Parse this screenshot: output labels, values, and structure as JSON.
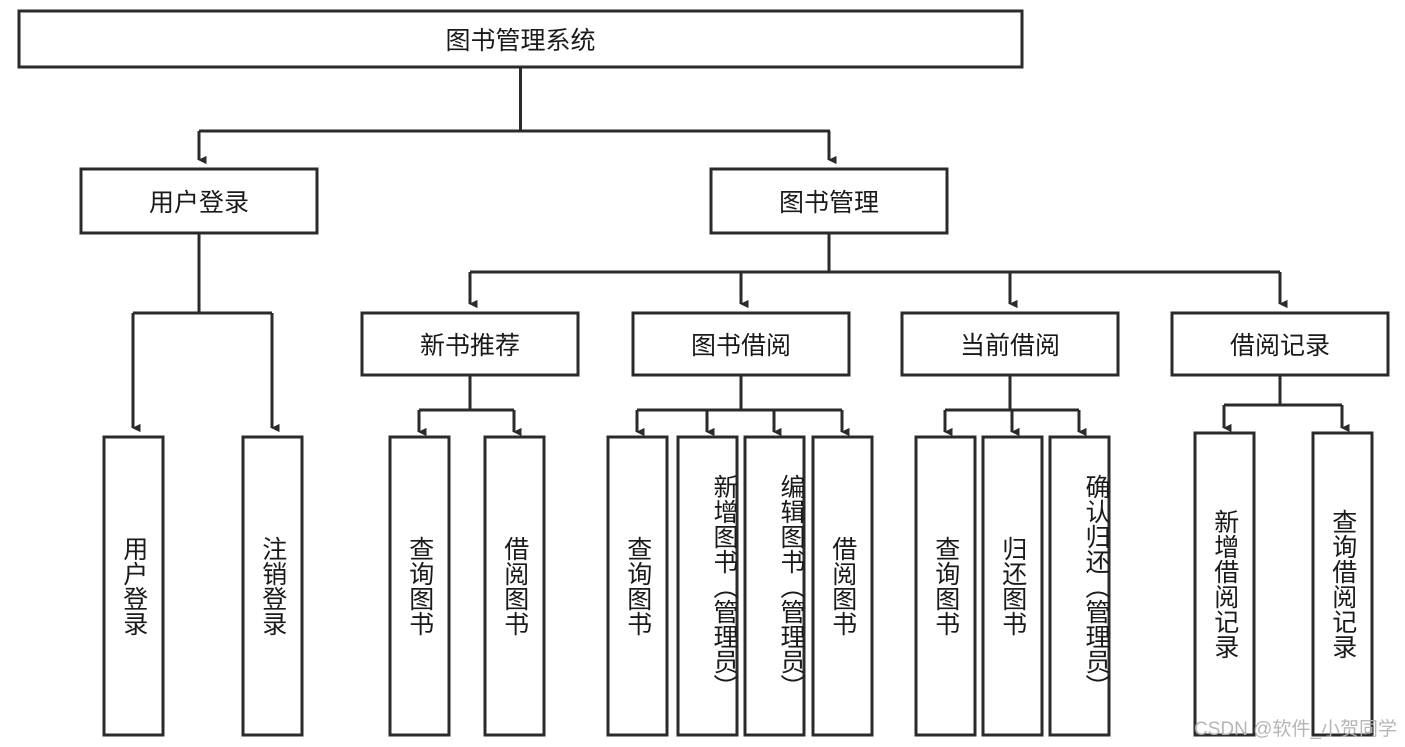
{
  "diagram": {
    "type": "tree-hierarchy",
    "title": "图书管理系统",
    "watermark": "CSDN @软件_小贺同学",
    "colors": {
      "box_stroke": "#2b2b2b",
      "box_fill": "#ffffff",
      "connector": "#2b2b2b",
      "text": "#1a1a1a",
      "background": "#ffffff",
      "watermark": "#b3b3b3"
    },
    "levels": {
      "root": {
        "label": "图书管理系统"
      },
      "level2": [
        {
          "label": "用户登录"
        },
        {
          "label": "图书管理"
        }
      ],
      "level3": [
        {
          "label": "新书推荐"
        },
        {
          "label": "图书借阅"
        },
        {
          "label": "当前借阅"
        },
        {
          "label": "借阅记录"
        }
      ],
      "leaves": [
        {
          "label": "用户登录",
          "parent": "用户登录"
        },
        {
          "label": "注销登录",
          "parent": "用户登录"
        },
        {
          "label": "查询图书",
          "parent": "新书推荐"
        },
        {
          "label": "借阅图书",
          "parent": "新书推荐"
        },
        {
          "label": "查询图书",
          "parent": "图书借阅"
        },
        {
          "label": "新增图书（管理员）",
          "parent": "图书借阅"
        },
        {
          "label": "编辑图书（管理员）",
          "parent": "图书借阅"
        },
        {
          "label": "借阅图书",
          "parent": "图书借阅"
        },
        {
          "label": "查询图书",
          "parent": "当前借阅"
        },
        {
          "label": "归还图书",
          "parent": "当前借阅"
        },
        {
          "label": "确认归还（管理员）",
          "parent": "当前借阅"
        },
        {
          "label": "新增借阅记录",
          "parent": "借阅记录"
        },
        {
          "label": "查询借阅记录",
          "parent": "借阅记录"
        }
      ]
    }
  }
}
